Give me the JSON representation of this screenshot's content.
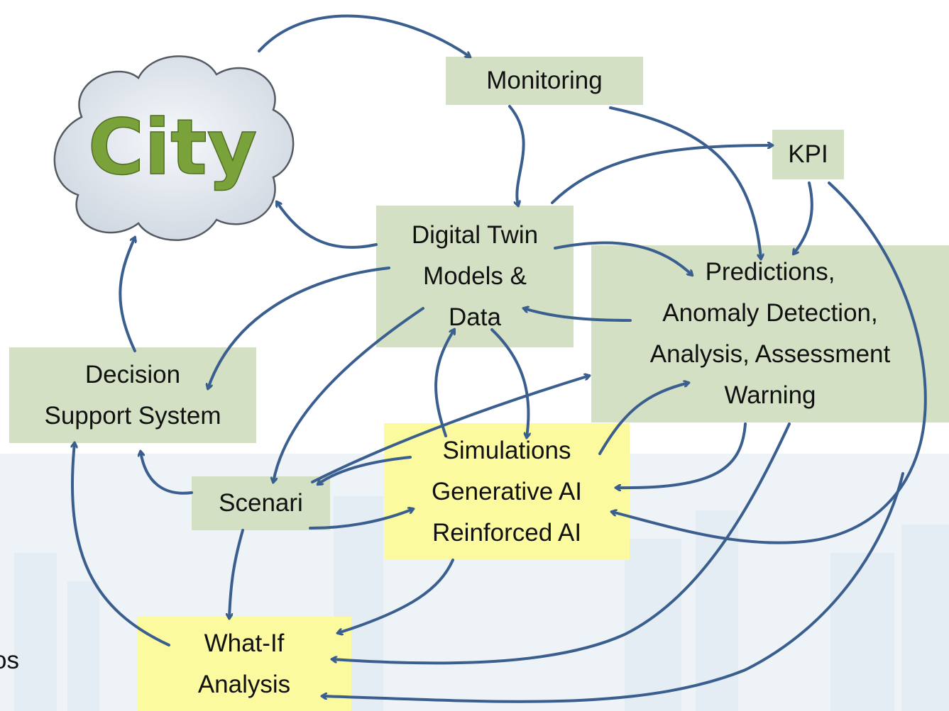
{
  "city_label": "City",
  "nodes": {
    "monitoring": {
      "lines": [
        "Monitoring"
      ]
    },
    "kpi": {
      "lines": [
        "KPI"
      ]
    },
    "digital_twin": {
      "lines": [
        "Digital Twin",
        "Models &",
        "Data"
      ]
    },
    "predictions": {
      "lines": [
        "Predictions,",
        "Anomaly Detection,",
        "Analysis, Assessment",
        "Warning"
      ]
    },
    "decision_support": {
      "lines": [
        "Decision",
        "Support System"
      ]
    },
    "scenari": {
      "lines": [
        "Scenari"
      ]
    },
    "simulations": {
      "lines": [
        "Simulations",
        "Generative AI",
        "Reinforced AI"
      ]
    },
    "what_if": {
      "lines": [
        "What-If",
        "Analysis"
      ]
    }
  },
  "cut_text": "os",
  "colors": {
    "arrow": "#3a5f8f",
    "green_box": "#d3e0c4",
    "yellow_box": "#fbfa9f",
    "city_text": "#7aa23a",
    "cloud": "#e3e8ee"
  }
}
